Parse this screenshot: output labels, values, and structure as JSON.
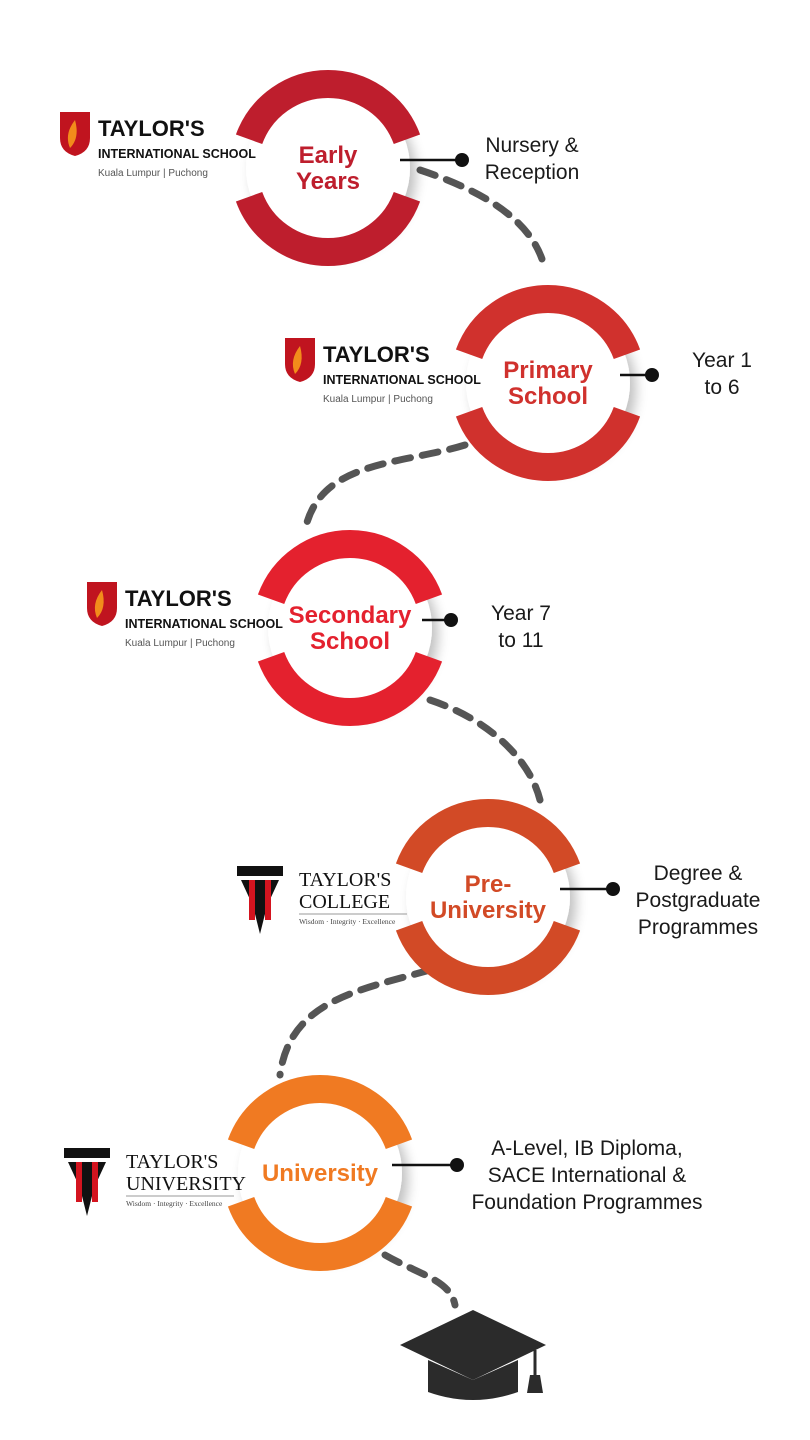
{
  "colors": {
    "early_years": "#be1e2d",
    "primary_school": "#d0312d",
    "secondary_school": "#e4212e",
    "pre_university": "#d24a26",
    "university": "#f07a22",
    "connector": "#555555",
    "text": "#1a1a1a"
  },
  "stages": [
    {
      "title_line1": "Early",
      "title_line2": "Years",
      "desc_lines": [
        "Nursery &",
        "Reception"
      ],
      "logo": {
        "kind": "school",
        "name": "TAYLOR'S",
        "subtitle": "INTERNATIONAL SCHOOL",
        "tagline": "Kuala Lumpur | Puchong"
      }
    },
    {
      "title_line1": "Primary",
      "title_line2": "School",
      "desc_lines": [
        "Year 1",
        "to 6"
      ],
      "logo": {
        "kind": "school",
        "name": "TAYLOR'S",
        "subtitle": "INTERNATIONAL SCHOOL",
        "tagline": "Kuala Lumpur | Puchong"
      }
    },
    {
      "title_line1": "Secondary",
      "title_line2": "School",
      "desc_lines": [
        "Year 7",
        "to 11"
      ],
      "logo": {
        "kind": "school",
        "name": "TAYLOR'S",
        "subtitle": "INTERNATIONAL SCHOOL",
        "tagline": "Kuala Lumpur | Puchong"
      }
    },
    {
      "title_line1": "Pre-",
      "title_line2": "University",
      "desc_lines": [
        "Degree &",
        "Postgraduate",
        "Programmes"
      ],
      "logo": {
        "kind": "college",
        "name": "TAYLOR'S",
        "subtitle": "COLLEGE",
        "tagline": "Wisdom · Integrity · Excellence"
      }
    },
    {
      "title_line1": "University",
      "title_line2": "",
      "desc_lines": [
        "A-Level, IB Diploma,",
        "SACE International &",
        "Foundation Programmes"
      ],
      "logo": {
        "kind": "university",
        "name": "TAYLOR'S",
        "subtitle": "UNIVERSITY",
        "tagline": "Wisdom · Integrity · Excellence"
      }
    }
  ],
  "icons": {
    "end": "graduation-cap-icon",
    "school_logo": "taylors-shield-icon",
    "college_logo": "taylors-pillar-icon"
  }
}
